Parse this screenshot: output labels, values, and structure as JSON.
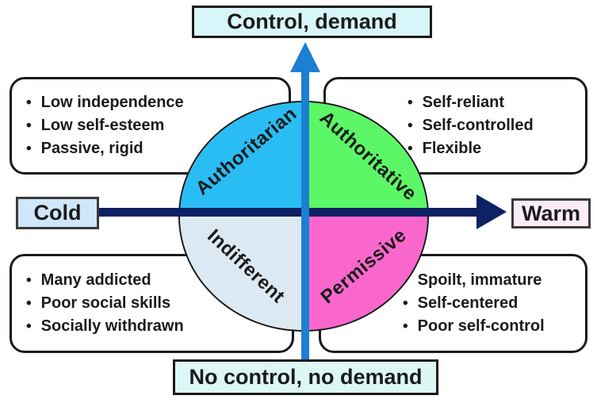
{
  "diagram": {
    "axes": {
      "top": "Control, demand",
      "bottom": "No control, no demand",
      "left": "Cold",
      "right": "Warm"
    },
    "quadrants": {
      "top_left": {
        "label": "Authoritarian",
        "color": "#29bdf4",
        "traits": [
          "Low independence",
          "Low self-esteem",
          "Passive, rigid"
        ]
      },
      "top_right": {
        "label": "Authoritative",
        "color": "#5bf766",
        "traits": [
          "Self-reliant",
          "Self-controlled",
          "Flexible"
        ]
      },
      "bottom_left": {
        "label": "Indifferent",
        "color": "#dde9f2",
        "traits": [
          "Many addicted",
          "Poor social skills",
          "Socially withdrawn"
        ]
      },
      "bottom_right": {
        "label": "Permissive",
        "color": "#f967cd",
        "traits": [
          "Spoilt, immature",
          "Self-centered",
          "Poor self-control"
        ]
      }
    },
    "colors": {
      "vertical_axis": "#1c7fd2",
      "horizontal_axis": "#0d2164",
      "top_label_bg": "#d8f6f9",
      "bottom_label_bg": "#dcf7f5",
      "cold_bg": "#cfe6fb",
      "warm_bg": "#fbecf7"
    }
  }
}
